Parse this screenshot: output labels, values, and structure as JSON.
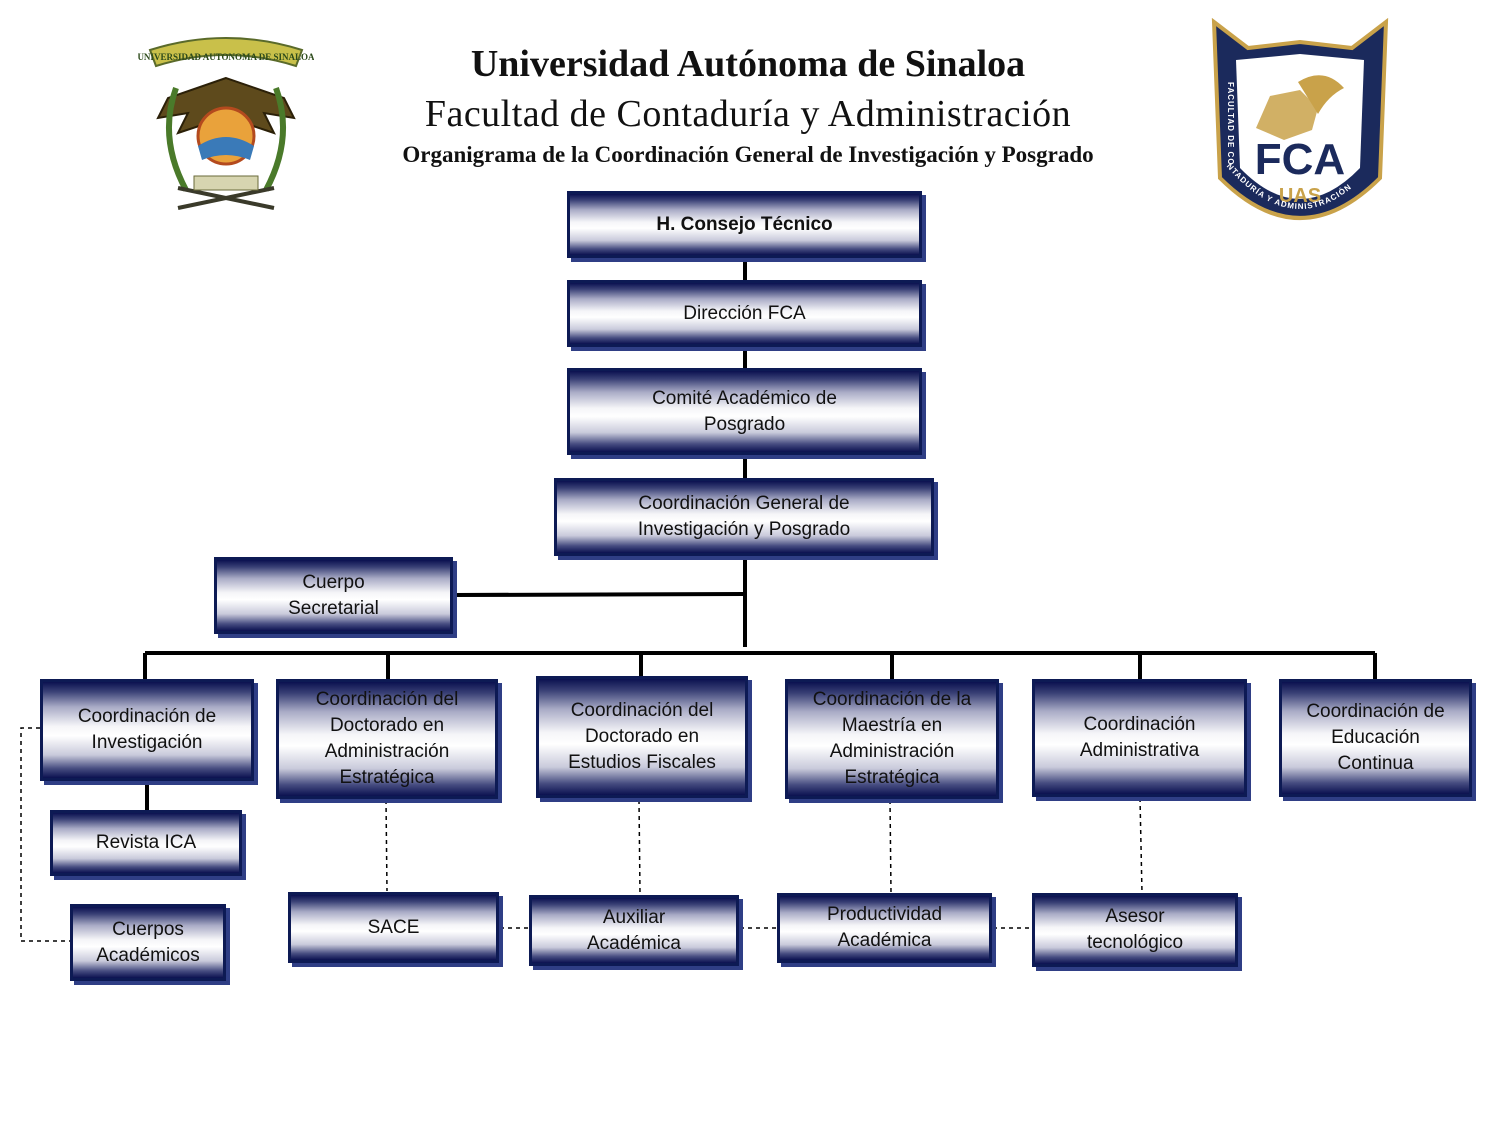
{
  "header": {
    "university": "Universidad Autónoma de Sinaloa",
    "faculty": "Facultad de Contaduría y Administración",
    "subtitle": "Organigrama de la Coordinación General de Investigación y Posgrado"
  },
  "logos": {
    "uas_seal_text": "UNIVERSIDAD AUTONOMA DE SINALOA",
    "fca_badge": {
      "initials": "FCA",
      "sub": "UAS",
      "ring_text": "FACULTAD DE CONTADURÍA Y ADMINISTRACIÓN"
    }
  },
  "colors": {
    "box_border": "#0d1a54",
    "box_shadow": "#2f3e85",
    "line": "#000000",
    "badge_navy": "#1b2a5c",
    "badge_gold": "#c9a24a"
  },
  "nodes": {
    "consejo": "H. Consejo Técnico",
    "direccion": "Dirección FCA",
    "comite": "Comité Académico de Posgrado",
    "coord_general": "Coordinación General de Investigación y Posgrado",
    "cuerpo_secretarial": "Cuerpo Secretarial",
    "coord_investigacion": "Coordinación de Investigación",
    "coord_doctorado_admin": "Coordinación del Doctorado en Administración Estratégica",
    "coord_doctorado_fiscal": "Coordinación del Doctorado en Estudios Fiscales",
    "coord_maestria": "Coordinación de la Maestría en Administración Estratégica",
    "coord_administrativa": "Coordinación Administrativa",
    "coord_educacion": "Coordinación de Educación Continua",
    "revista": "Revista ICA",
    "cuerpos_academicos": "Cuerpos Académicos",
    "sace": "SACE",
    "auxiliar": "Auxiliar Académica",
    "productividad": "Productividad Académica",
    "asesor": "Asesor tecnológico"
  }
}
